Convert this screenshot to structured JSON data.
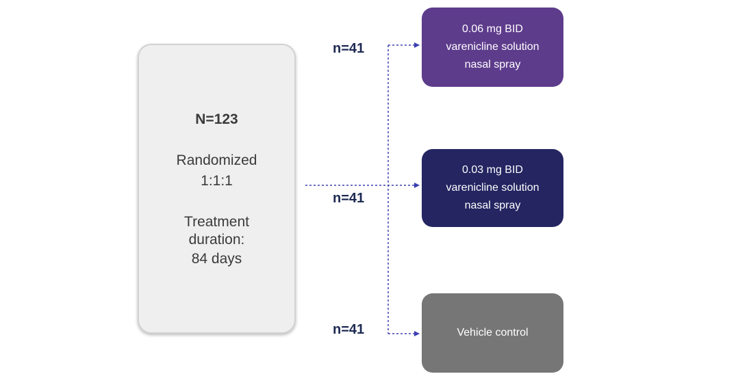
{
  "randomization": {
    "total": "N=123",
    "ratio_line1": "Randomized",
    "ratio_line2": "1:1:1",
    "duration_line1": "Treatment",
    "duration_line2": "duration:",
    "duration_line3": "84 days"
  },
  "arms": [
    {
      "line1": "0.06 mg BID",
      "line2": "varenicline solution",
      "line3": "nasal spray",
      "n": "n=41",
      "color": "#5e3c8c"
    },
    {
      "line1": "0.03 mg BID",
      "line2": "varenicline solution",
      "line3": "nasal spray",
      "n": "n=41",
      "color": "#242561"
    },
    {
      "line1": "Vehicle control",
      "n": "n=41",
      "color": "#767676"
    }
  ],
  "connector_color": "#3b3fb0"
}
